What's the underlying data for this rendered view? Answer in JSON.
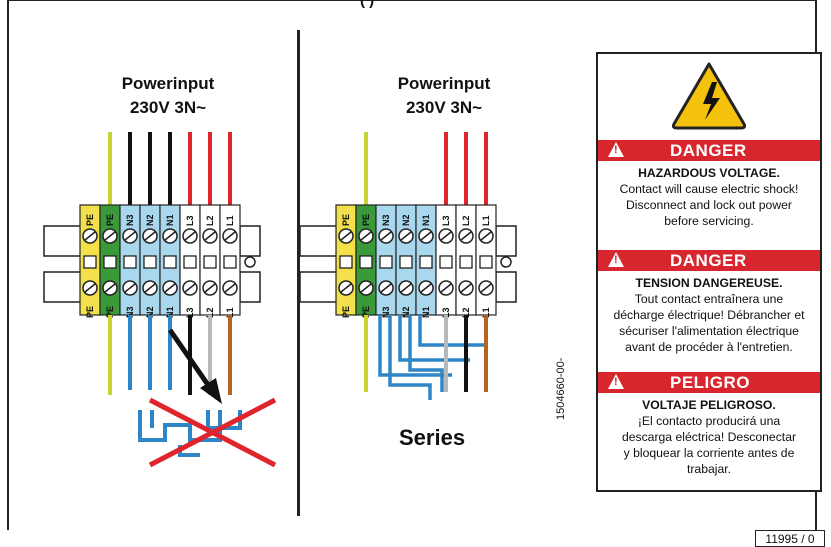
{
  "header": {
    "top_caption": "(        )"
  },
  "left_diagram": {
    "title": "Powerinput",
    "subtitle": "230V 3N~",
    "top_labels": [
      "PE",
      "PE",
      "N3",
      "N2",
      "N1",
      "L3",
      "L2",
      "L1"
    ],
    "bottom_labels": [
      "PE",
      "PE",
      "N3",
      "N2",
      "N1",
      "L3",
      "L2",
      "L1"
    ]
  },
  "right_diagram": {
    "title": "Powerinput",
    "subtitle": "230V 3N~",
    "top_labels": [
      "PE",
      "PE",
      "N3",
      "N2",
      "N1",
      "L3",
      "L2",
      "L1"
    ],
    "bottom_labels": [
      "PE",
      "PE",
      "N3",
      "N2",
      "N1",
      "L3",
      "L2",
      "L1"
    ],
    "caption": "Series"
  },
  "warning_panel": {
    "blocks": [
      {
        "heading": "DANGER",
        "title": "HAZARDOUS VOLTAGE.",
        "lines": [
          "Contact will cause electric shock!",
          "Disconnect and lock out power",
          "before servicing."
        ]
      },
      {
        "heading": "DANGER",
        "title": "TENSION DANGEREUSE.",
        "lines": [
          "Tout contact entraînera une",
          "décharge électrique! Débrancher et",
          "sécuriser l'alimentation électrique",
          "avant de procéder à l'entretien."
        ]
      },
      {
        "heading": "PELIGRO",
        "title": "VOLTAJE PELIGROSO.",
        "lines": [
          "¡El contacto producirá una",
          "descarga eléctrica! Desconectar",
          "y bloquear la corriente antes de",
          "trabajar."
        ]
      }
    ],
    "code": "1504660-00-"
  },
  "footer": {
    "ref": "11995 / 0"
  },
  "colors": {
    "danger_red": "#d8262e",
    "terminal_blue": "#a9d8ee",
    "pe_green": "#3a9a3a",
    "pe_yellow": "#f2e14a",
    "wire_red": "#e0242c",
    "wire_blue": "#2e86c8",
    "wire_gray": "#b8b8b8",
    "wire_brown": "#b5651d",
    "wire_yellowgreen": "#c8d430"
  }
}
